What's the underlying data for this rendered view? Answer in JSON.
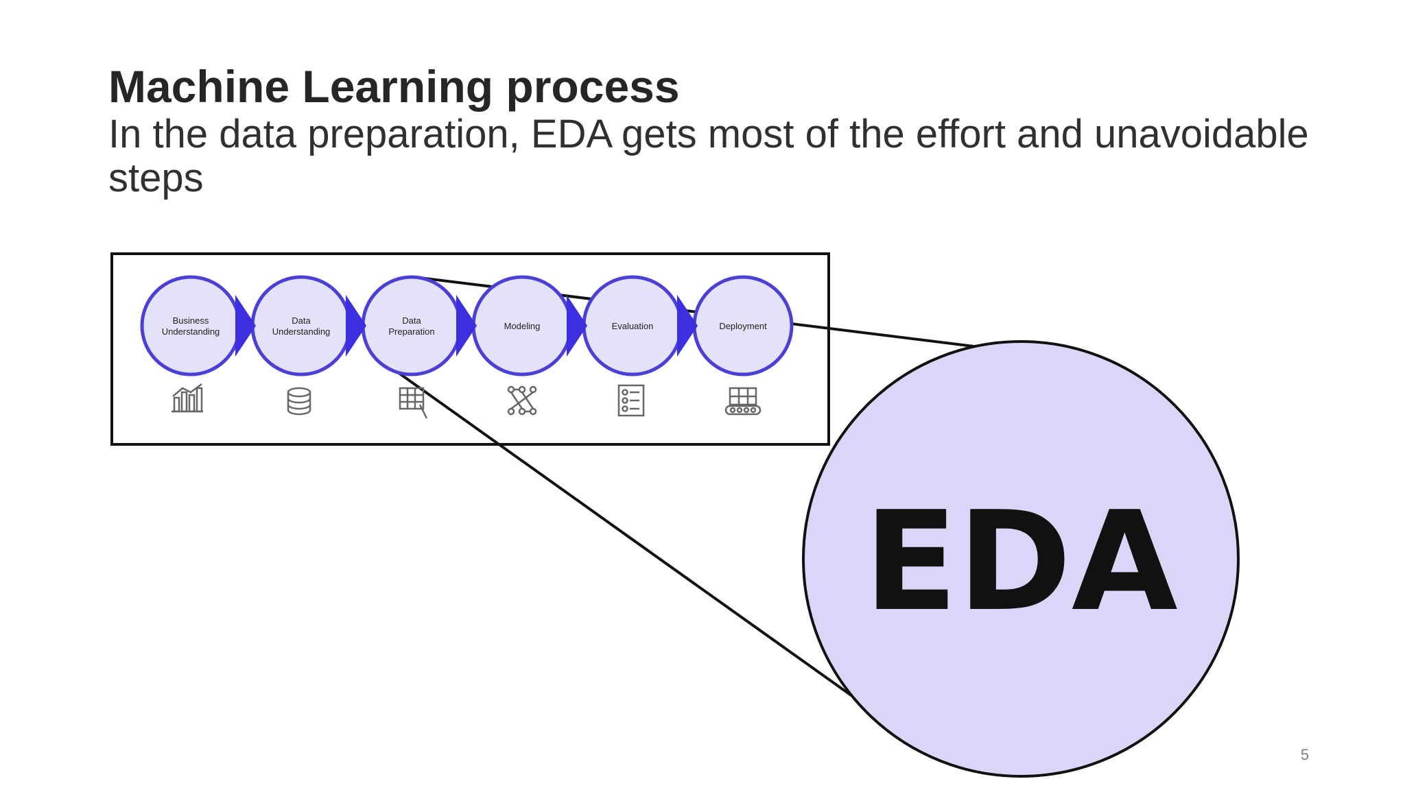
{
  "slide": {
    "title": "Machine Learning process",
    "subtitle": "In the data preparation, EDA gets most of the effort and unavoidable steps",
    "page_number": "5"
  },
  "process": {
    "steps": [
      {
        "line1": "Business",
        "line2": "Understanding",
        "icon": "bar-chart-icon"
      },
      {
        "line1": "Data",
        "line2": "Understanding",
        "icon": "database-icon"
      },
      {
        "line1": "Data",
        "line2": "Preparation",
        "icon": "table-edit-icon"
      },
      {
        "line1": "Modeling",
        "line2": "",
        "icon": "network-icon"
      },
      {
        "line1": "Evaluation",
        "line2": "",
        "icon": "checklist-icon"
      },
      {
        "line1": "Deployment",
        "line2": "",
        "icon": "conveyor-icon"
      }
    ],
    "zoom_label": "EDA",
    "colors": {
      "step_fill": "#e3e2f8",
      "step_border": "#4b3fd6",
      "arrow": "#3b2fe0",
      "zoom_fill": "#d9d6f7",
      "outline": "#111111",
      "icon": "#666666"
    }
  }
}
